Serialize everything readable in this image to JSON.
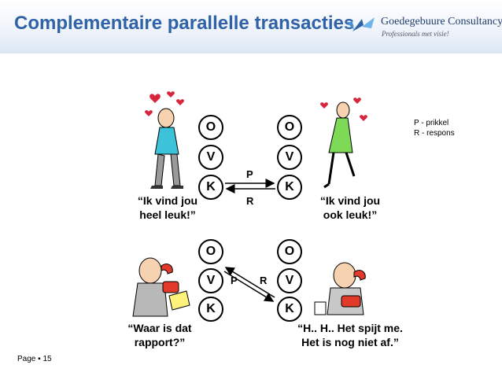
{
  "header": {
    "title": "Complementaire parallelle transacties",
    "brand": "Goedegebuure Consultancy",
    "tagline": "Professionals met visie!"
  },
  "legend": {
    "prikkel": "P - prikkel",
    "respons": "R - respons"
  },
  "top": {
    "left_ovk": [
      "O",
      "V",
      "K"
    ],
    "right_ovk": [
      "O",
      "V",
      "K"
    ],
    "label_p": "P",
    "label_r": "R",
    "quote_left": "“Ik vind jou\nheel leuk!”",
    "quote_right": "“Ik vind jou\nook leuk!”"
  },
  "bottom": {
    "left_ovk": [
      "O",
      "V",
      "K"
    ],
    "right_ovk": [
      "O",
      "V",
      "K"
    ],
    "label_p": "P",
    "label_r": "R",
    "quote_left": "“Waar is dat\nrapport?”",
    "quote_right": "“H.. H.. Het spijt me.\nHet is nog niet af.”"
  },
  "footer": {
    "page_label": "Page",
    "page_number": "15"
  },
  "colors": {
    "title": "#2f62a6",
    "heart": "#d6253c",
    "shirt_blue": "#3cc3d9",
    "dress_green": "#7ed957",
    "phone_red": "#e23a2a",
    "paper_yellow": "#fff27a"
  }
}
